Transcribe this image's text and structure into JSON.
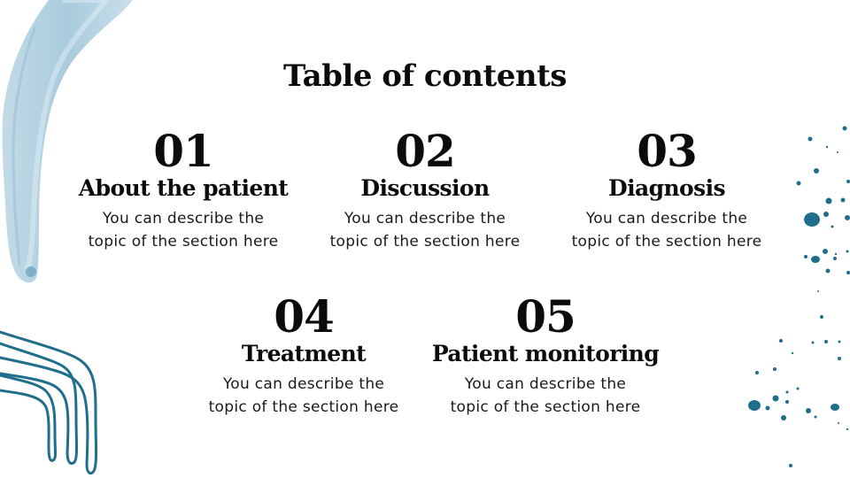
{
  "slide": {
    "title": "Table of contents",
    "sections": [
      {
        "number": "01",
        "heading": "About the patient",
        "desc_line1": "You can describe the",
        "desc_line2": "topic of the section here"
      },
      {
        "number": "02",
        "heading": "Discussion",
        "desc_line1": "You can describe the",
        "desc_line2": "topic of the section here"
      },
      {
        "number": "03",
        "heading": "Diagnosis",
        "desc_line1": "You can describe the",
        "desc_line2": "topic of the section here"
      },
      {
        "number": "04",
        "heading": "Treatment",
        "desc_line1": "You can describe the",
        "desc_line2": "topic of the section here"
      },
      {
        "number": "05",
        "heading": "Patient monitoring",
        "desc_line1": "You can describe the",
        "desc_line2": "topic of the section here"
      }
    ]
  },
  "colors": {
    "watercolor_blue": "#a9cbdc",
    "accent_teal": "#1f6e8c",
    "text": "#0b0b0b"
  },
  "decorations": [
    "watercolor-brush-stroke",
    "curved-lines",
    "paint-splatter"
  ]
}
